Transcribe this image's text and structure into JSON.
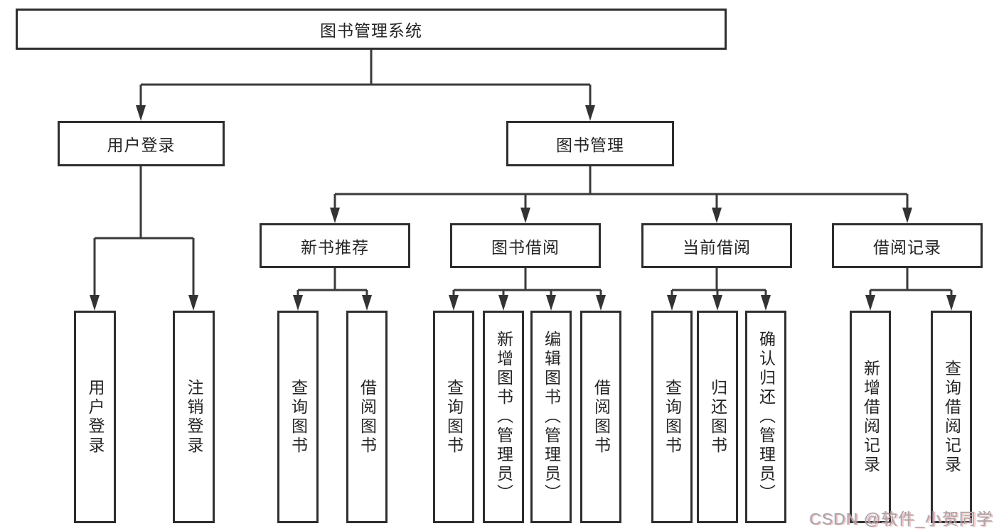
{
  "diagram": {
    "title_node": "图书管理系统",
    "colors": {
      "line": "#3a3a3a",
      "box_border": "#2e2e2e",
      "text": "#252525",
      "background": "#ffffff",
      "watermark_gray": "#a6a6a6",
      "watermark_red_shadow": "#fa8c8c"
    },
    "nodes": {
      "root": {
        "label": "图书管理系统"
      },
      "user_login_group": {
        "label": "用户登录"
      },
      "book_mgmt": {
        "label": "图书管理"
      },
      "new_book": {
        "label": "新书推荐"
      },
      "book_borrow": {
        "label": "图书借阅"
      },
      "current_borrow": {
        "label": "当前借阅"
      },
      "borrow_records": {
        "label": "借阅记录"
      },
      "leaf_user_login": {
        "label": "用户登录"
      },
      "leaf_logout": {
        "label": "注销登录"
      },
      "leaf_nb_query": {
        "label": "查询图书"
      },
      "leaf_nb_borrow": {
        "label": "借阅图书"
      },
      "leaf_bw_query": {
        "label": "查询图书"
      },
      "leaf_bw_add": {
        "label": "新增图书（管理员）"
      },
      "leaf_bw_edit": {
        "label": "编辑图书（管理员）"
      },
      "leaf_bw_borrow": {
        "label": "借阅图书"
      },
      "leaf_cur_query": {
        "label": "查询图书"
      },
      "leaf_cur_return": {
        "label": "归还图书"
      },
      "leaf_cur_confirm": {
        "label": "确认归还（管理员）"
      },
      "leaf_rec_add": {
        "label": "新增借阅记录"
      },
      "leaf_rec_query": {
        "label": "查询借阅记录"
      }
    },
    "hierarchy": {
      "图书管理系统": {
        "用户登录": [
          "用户登录",
          "注销登录"
        ],
        "图书管理": {
          "新书推荐": [
            "查询图书",
            "借阅图书"
          ],
          "图书借阅": [
            "查询图书",
            "新增图书（管理员）",
            "编辑图书（管理员）",
            "借阅图书"
          ],
          "当前借阅": [
            "查询图书",
            "归还图书",
            "确认归还（管理员）"
          ],
          "借阅记录": [
            "新增借阅记录",
            "查询借阅记录"
          ]
        }
      }
    }
  },
  "watermark": {
    "text": "CSDN @软件_小贺同学"
  }
}
